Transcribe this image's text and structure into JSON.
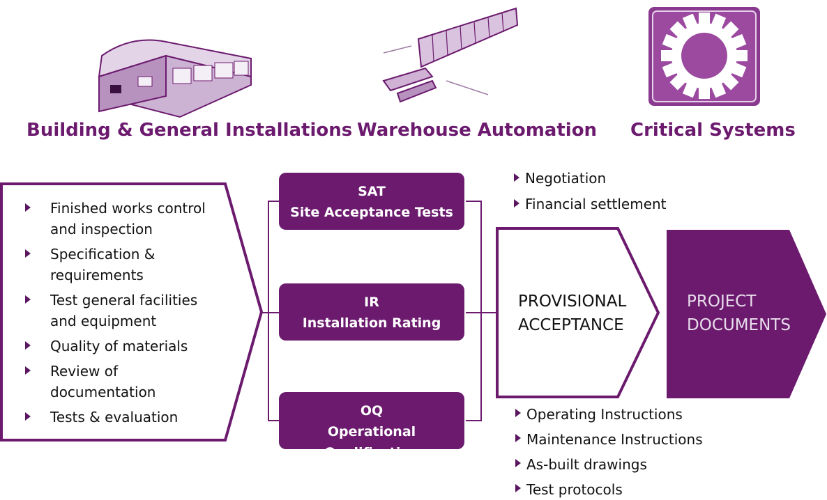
{
  "headings": {
    "building": "Building & General Installations",
    "warehouse": "Warehouse Automation",
    "critical": "Critical Systems"
  },
  "left_items": [
    {
      "line1": "Finished works control",
      "line2": "and inspection"
    },
    {
      "line1": "Specification &",
      "line2": "requirements"
    },
    {
      "line1": "Test general facilities",
      "line2": "and equipment"
    },
    {
      "line1": "Quality of materials",
      "line2": ""
    },
    {
      "line1": "Review of",
      "line2": "documentation"
    },
    {
      "line1": "Tests & evaluation",
      "line2": ""
    }
  ],
  "boxes": [
    {
      "title": "SAT",
      "subtitle": "Site Acceptance Tests"
    },
    {
      "title": "IR",
      "subtitle": "Installation Rating"
    },
    {
      "title": "OQ",
      "subtitle": "Operational Qualification"
    }
  ],
  "top_right_items": [
    "Negotiation",
    "Financial settlement"
  ],
  "provisional": {
    "line1": "PROVISIONAL",
    "line2": "ACCEPTANCE"
  },
  "project": {
    "line1": "PROJECT",
    "line2": "DOCUMENTS"
  },
  "bottom_right_items": [
    "Operating Instructions",
    "Maintenance Instructions",
    "As-built drawings",
    "Test protocols"
  ],
  "colors": {
    "accent": "#6b1a6e",
    "light_accent": "#d2b6d6"
  },
  "icons": [
    "warehouse-building-icon",
    "conveyor-rack-icon",
    "gear-icon"
  ]
}
